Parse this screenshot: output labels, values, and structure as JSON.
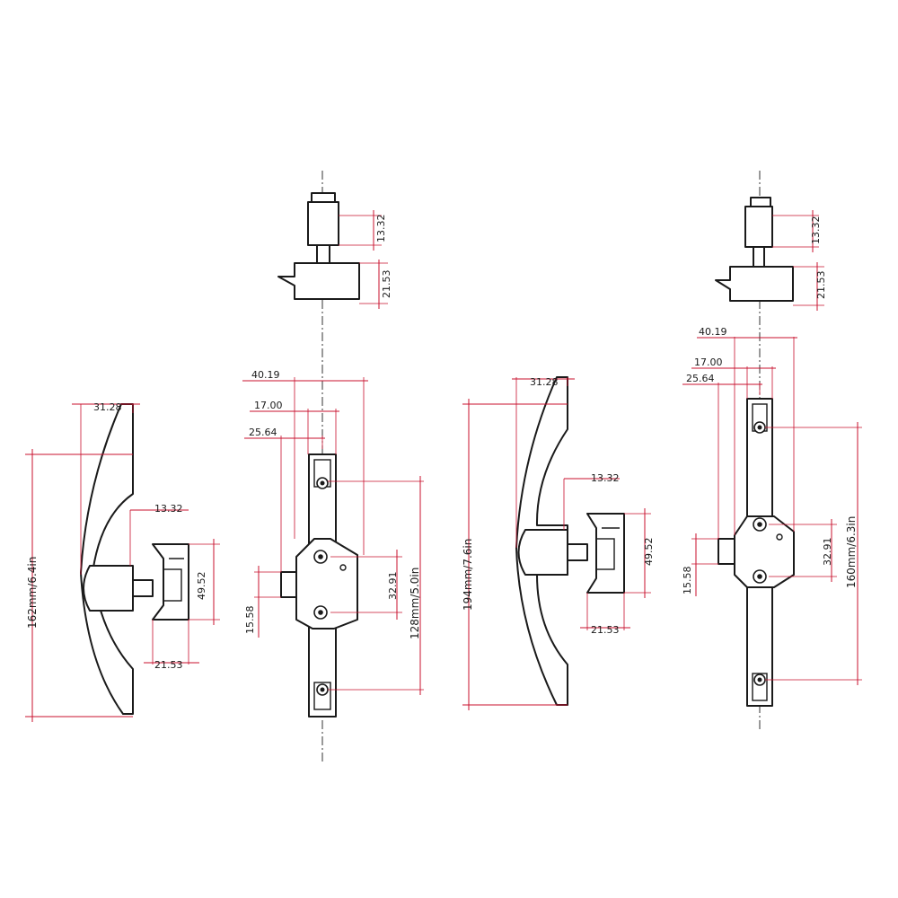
{
  "colors": {
    "outline": "#1a1a1a",
    "dimension": "#c8102e",
    "background": "#ffffff"
  },
  "dimensions": {
    "d_31_28": "31.28",
    "d_13_32": "13.32",
    "d_49_52": "49.52",
    "d_21_53": "21.53",
    "d_40_19": "40.19",
    "d_17_00": "17.00",
    "d_25_64": "25.64",
    "d_15_58": "15.58",
    "d_32_91": "32.91",
    "total_small": "162mm/6.4in",
    "total_large": "194mm/7.6in",
    "spacing_small": "128mm/5.0in",
    "spacing_large": "160mm/6.3in"
  }
}
